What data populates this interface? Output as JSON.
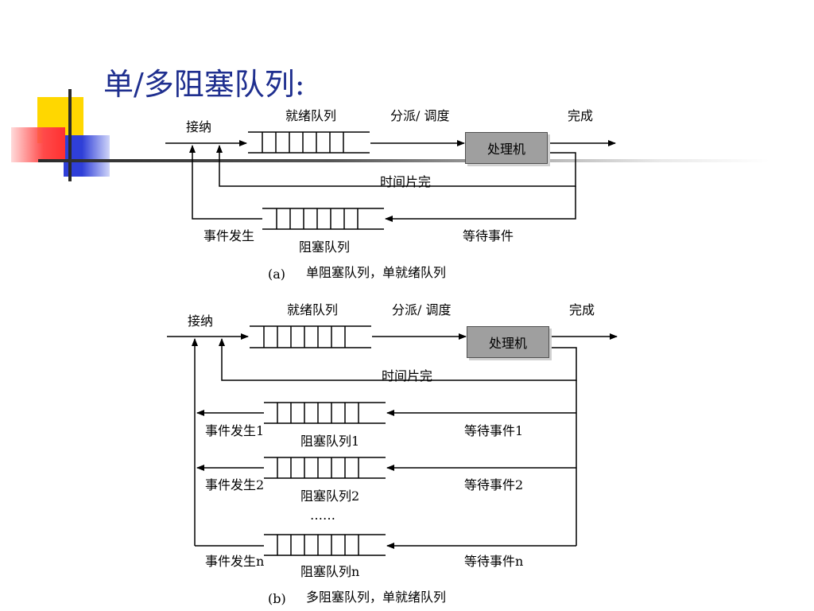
{
  "title": "单/多阻塞队列:",
  "diagram_a": {
    "accept": "接纳",
    "ready_queue": "就绪队列",
    "dispatch": "分派/ 调度",
    "done": "完成",
    "processor": "处理机",
    "time_slice": "时间片完",
    "event_occur": "事件发生",
    "wait_event": "等待事件",
    "blocked_queue": "阻塞队列",
    "caption_tag": "(a)",
    "caption_text": "单阻塞队列，单就绪队列"
  },
  "diagram_b": {
    "accept": "接纳",
    "ready_queue": "就绪队列",
    "dispatch": "分派/ 调度",
    "done": "完成",
    "processor": "处理机",
    "time_slice": "时间片完",
    "event_occur_1": "事件发生1",
    "wait_event_1": "等待事件1",
    "blocked_queue_1": "阻塞队列1",
    "event_occur_2": "事件发生2",
    "wait_event_2": "等待事件2",
    "blocked_queue_2": "阻塞队列2",
    "ellipsis": "……",
    "event_occur_n": "事件发生n",
    "wait_event_n": "等待事件n",
    "blocked_queue_n": "阻塞队列n",
    "caption_tag": "(b)",
    "caption_text": "多阻塞队列，单就绪队列"
  },
  "colors": {
    "title": "#1f2f8f",
    "deco_yellow": "#ffd700",
    "deco_red": "#ff4a4a",
    "deco_blue": "#2f3fd8",
    "processor_fill": "#9f9f9f"
  }
}
